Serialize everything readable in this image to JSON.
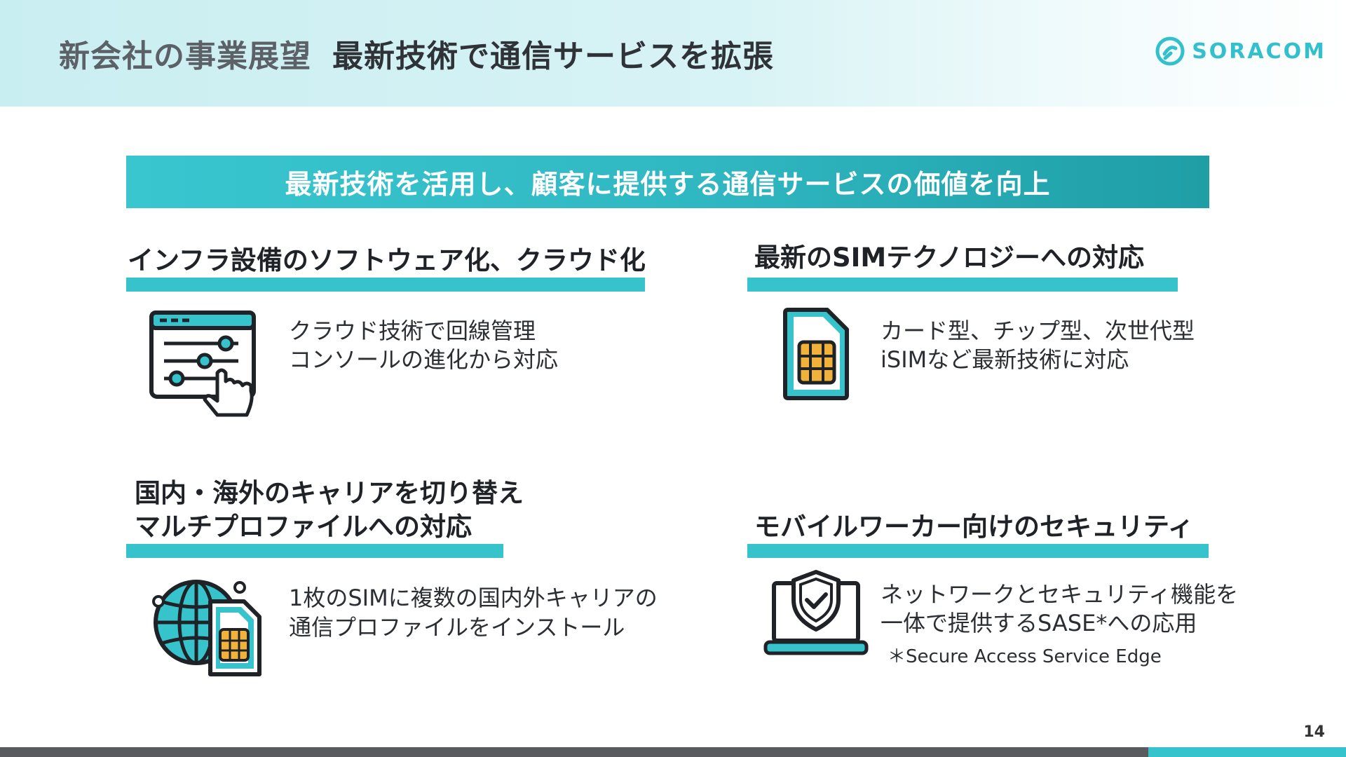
{
  "header": {
    "subtitle": "新会社の事業展望",
    "title": "最新技術で通信サービスを拡張",
    "logo_text": "SORACOM"
  },
  "banner": {
    "text": "最新技術を活用し、顧客に提供する通信サービスの価値を向上"
  },
  "sections": {
    "cloud": {
      "title": "インフラ設備のソフトウェア化、クラウド化",
      "desc_line1": "クラウド技術で回線管理",
      "desc_line2": "コンソールの進化から対応"
    },
    "sim": {
      "title": "最新のSIMテクノロジーへの対応",
      "desc_line1": "カード型、チップ型、次世代型",
      "desc_line2": "iSIMなど最新技術に対応"
    },
    "carrier": {
      "title_line1": "国内・海外のキャリアを切り替え",
      "title_line2": "マルチプロファイルへの対応",
      "desc_line1": "1枚のSIMに複数の国内外キャリアの",
      "desc_line2": "通信プロファイルをインストール"
    },
    "security": {
      "title": "モバイルワーカー向けのセキュリティ",
      "desc_line1": "ネットワークとセキュリティ機能を",
      "desc_line2": "一体で提供するSASE*への応用",
      "note": "＊Secure Access Service Edge"
    }
  },
  "footer": {
    "page_number": "14"
  },
  "colors": {
    "accent": "#36c3cc",
    "dark_bar": "#595b5e",
    "text": "#1f2328"
  },
  "icons": [
    "settings-panel-hand-icon",
    "sim-card-icon",
    "globe-sim-icon",
    "laptop-shield-icon",
    "soracom-logo-icon"
  ]
}
